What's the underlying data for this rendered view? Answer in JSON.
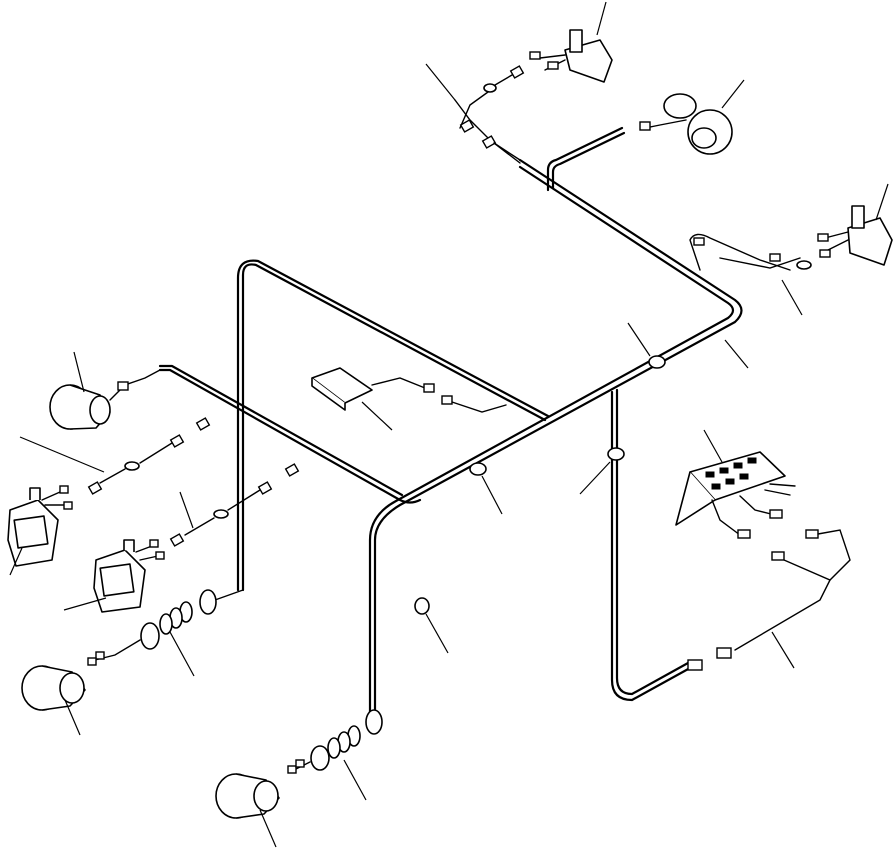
{
  "diagram": {
    "parts": [
      {
        "id": "rear-work-lamp-right-upper",
        "kind": "work-lamp-housing"
      },
      {
        "id": "horn",
        "kind": "horn"
      },
      {
        "id": "rear-work-lamp-right",
        "kind": "work-lamp-housing"
      },
      {
        "id": "front-lamp-left-upper",
        "kind": "turn-signal-lamp"
      },
      {
        "id": "head-lamp-left",
        "kind": "square-head-lamp"
      },
      {
        "id": "head-lamp-left-inner",
        "kind": "square-head-lamp"
      },
      {
        "id": "front-lamp-left-lower",
        "kind": "turn-signal-lamp"
      },
      {
        "id": "front-lamp-bottom",
        "kind": "turn-signal-lamp"
      },
      {
        "id": "flasher-unit",
        "kind": "flat-relay"
      },
      {
        "id": "grommet-small",
        "kind": "grommet"
      },
      {
        "id": "fuse-panel",
        "kind": "fuse-box"
      }
    ],
    "labels": []
  }
}
